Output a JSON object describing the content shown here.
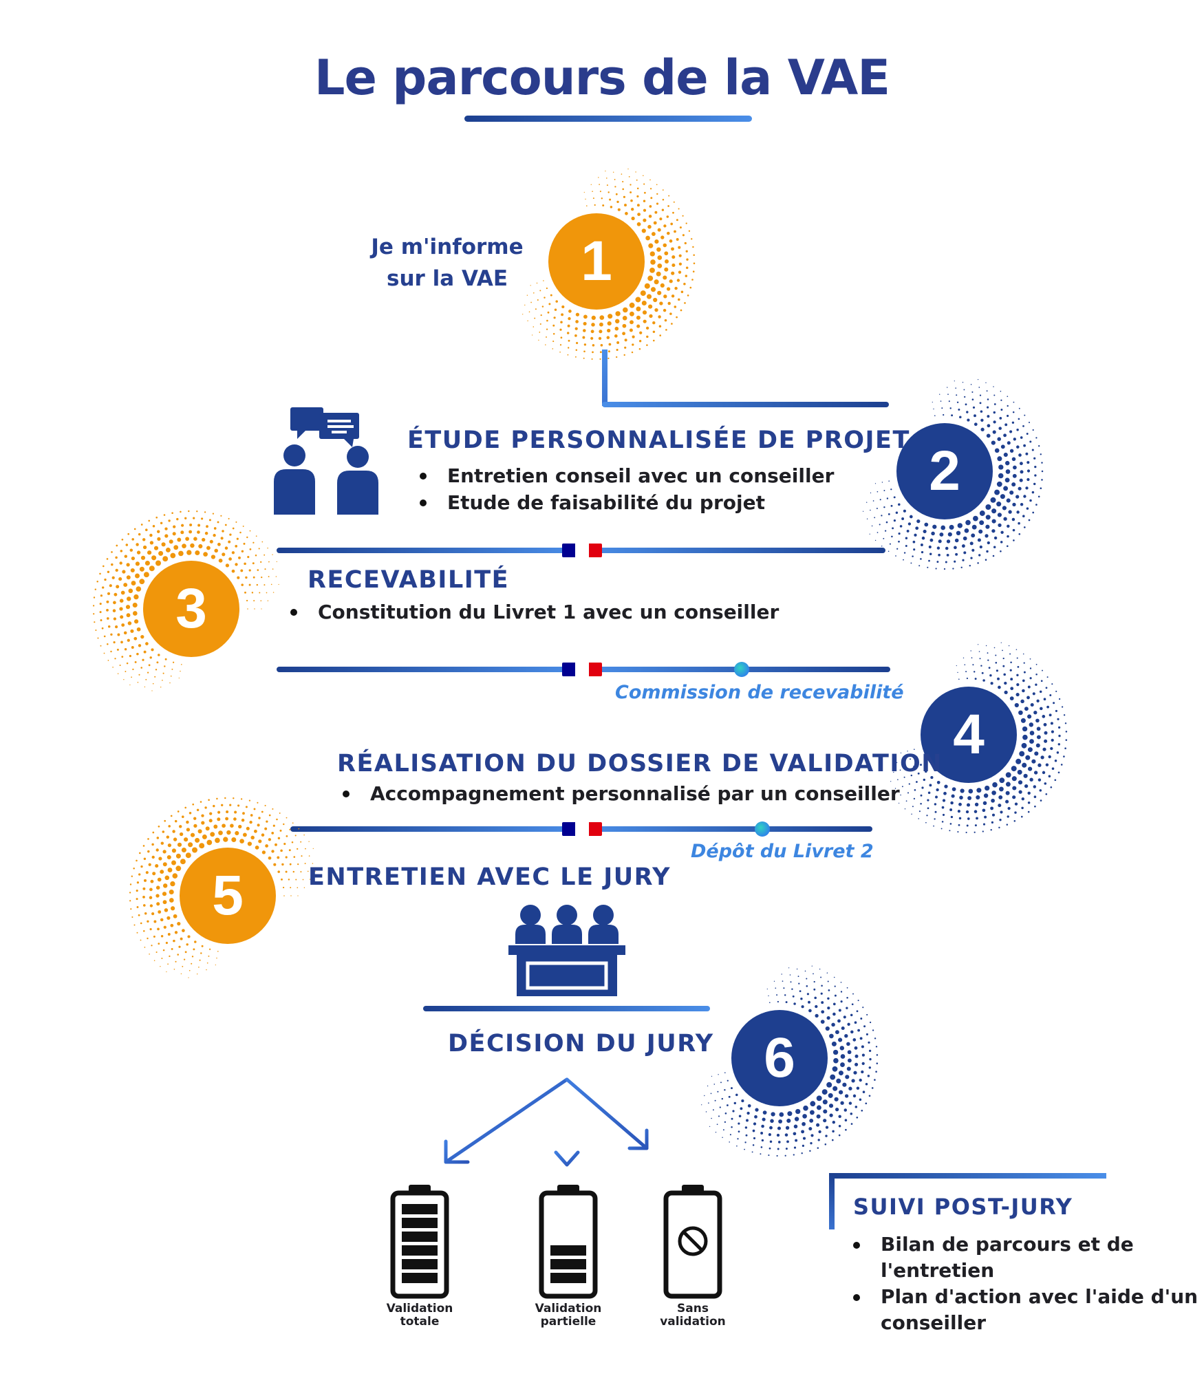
{
  "title": "Le parcours de la VAE",
  "colors": {
    "navy": "#1e3f8f",
    "orange": "#f0960b",
    "blue": "#3d86e0",
    "heading": "#26408f"
  },
  "steps": [
    {
      "number": "1",
      "intro": [
        "Je m'informe",
        "sur la VAE"
      ]
    },
    {
      "number": "2",
      "heading": "ÉTUDE PERSONNALISÉE DE PROJET",
      "bullets": [
        "Entretien conseil avec un conseiller",
        "Etude de faisabilité du projet"
      ],
      "icon": "conversation-people-icon"
    },
    {
      "number": "3",
      "heading": "RECEVABILITÉ",
      "bullets": [
        "Constitution du Livret 1 avec un conseiller"
      ],
      "milestone": "Commission de recevabilité"
    },
    {
      "number": "4",
      "heading": "RÉALISATION DU DOSSIER DE VALIDATION",
      "bullets": [
        "Accompagnement personnalisé par un conseiller"
      ],
      "milestone": "Dépôt du Livret 2"
    },
    {
      "number": "5",
      "heading": "ENTRETIEN AVEC LE JURY",
      "icon": "jury-panel-icon"
    },
    {
      "number": "6",
      "heading": "DÉCISION DU JURY"
    }
  ],
  "outcomes": [
    {
      "label": [
        "Validation",
        "totale"
      ],
      "icon": "full-battery-icon",
      "fill": 1.0
    },
    {
      "label": [
        "Validation",
        "partielle"
      ],
      "icon": "half-battery-icon",
      "fill": 0.5
    },
    {
      "label": [
        "Sans",
        "validation"
      ],
      "icon": "empty-battery-no-icon",
      "fill": 0
    }
  ],
  "post_jury": {
    "heading": "SUIVI POST-JURY",
    "bullets": [
      [
        "Bilan de parcours et de",
        "l'entretien"
      ],
      [
        "Plan d'action avec l'aide d'un",
        "conseiller"
      ]
    ]
  },
  "flag_colors": [
    "#000091",
    "#ffffff",
    "#e1000f"
  ]
}
